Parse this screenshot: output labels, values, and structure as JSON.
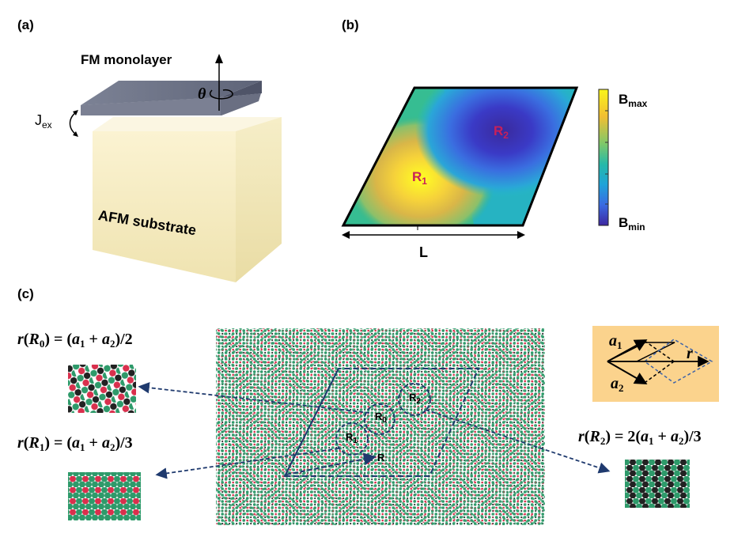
{
  "panels": {
    "a": "(a)",
    "b": "(b)",
    "c": "(c)"
  },
  "panel_a": {
    "fm_label": "FM monolayer",
    "theta": "θ",
    "jex_main": "J",
    "jex_sub": "ex",
    "afm_label": "AFM substrate"
  },
  "panel_b": {
    "r1_main": "R",
    "r1_sub": "1",
    "r2_main": "R",
    "r2_sub": "2",
    "bmax_main": "B",
    "bmax_sub": "max",
    "bmin_main": "B",
    "bmin_sub": "min",
    "length_label": "L"
  },
  "panel_c": {
    "eq_r0": {
      "lhs": "r",
      "arg": "R",
      "argsub": "0",
      "mid": ") = (",
      "a1": "a",
      "s1": "1",
      "plus": " + ",
      "a2": "a",
      "s2": "2",
      "tail": ")/2"
    },
    "eq_r1": {
      "lhs": "r",
      "arg": "R",
      "argsub": "1",
      "mid": ") = (",
      "a1": "a",
      "s1": "1",
      "plus": " + ",
      "a2": "a",
      "s2": "2",
      "tail": ")/3"
    },
    "eq_r2": {
      "lhs": "r",
      "arg": "R",
      "argsub": "2",
      "mid": ") = 2(",
      "a1": "a",
      "s1": "1",
      "plus": " + ",
      "a2": "a",
      "s2": "2",
      "tail": ")/3"
    },
    "moire_labels": {
      "r0": "R",
      "r0_sub": "0",
      "r1": "R",
      "r1_sub": "1",
      "r2": "R",
      "r2_sub": "2",
      "r": "R"
    },
    "inset": {
      "a1": "a",
      "a1_sub": "1",
      "a2": "a",
      "a2_sub": "2",
      "r": "r"
    }
  },
  "colors": {
    "green": "#2e9a6a",
    "red": "#d9304d",
    "black": "#222222",
    "dash_blue": "#1f3a6e",
    "inset_bg": "#fbd38d",
    "slab": "#6e7486",
    "substrate": "#f3eccc"
  }
}
